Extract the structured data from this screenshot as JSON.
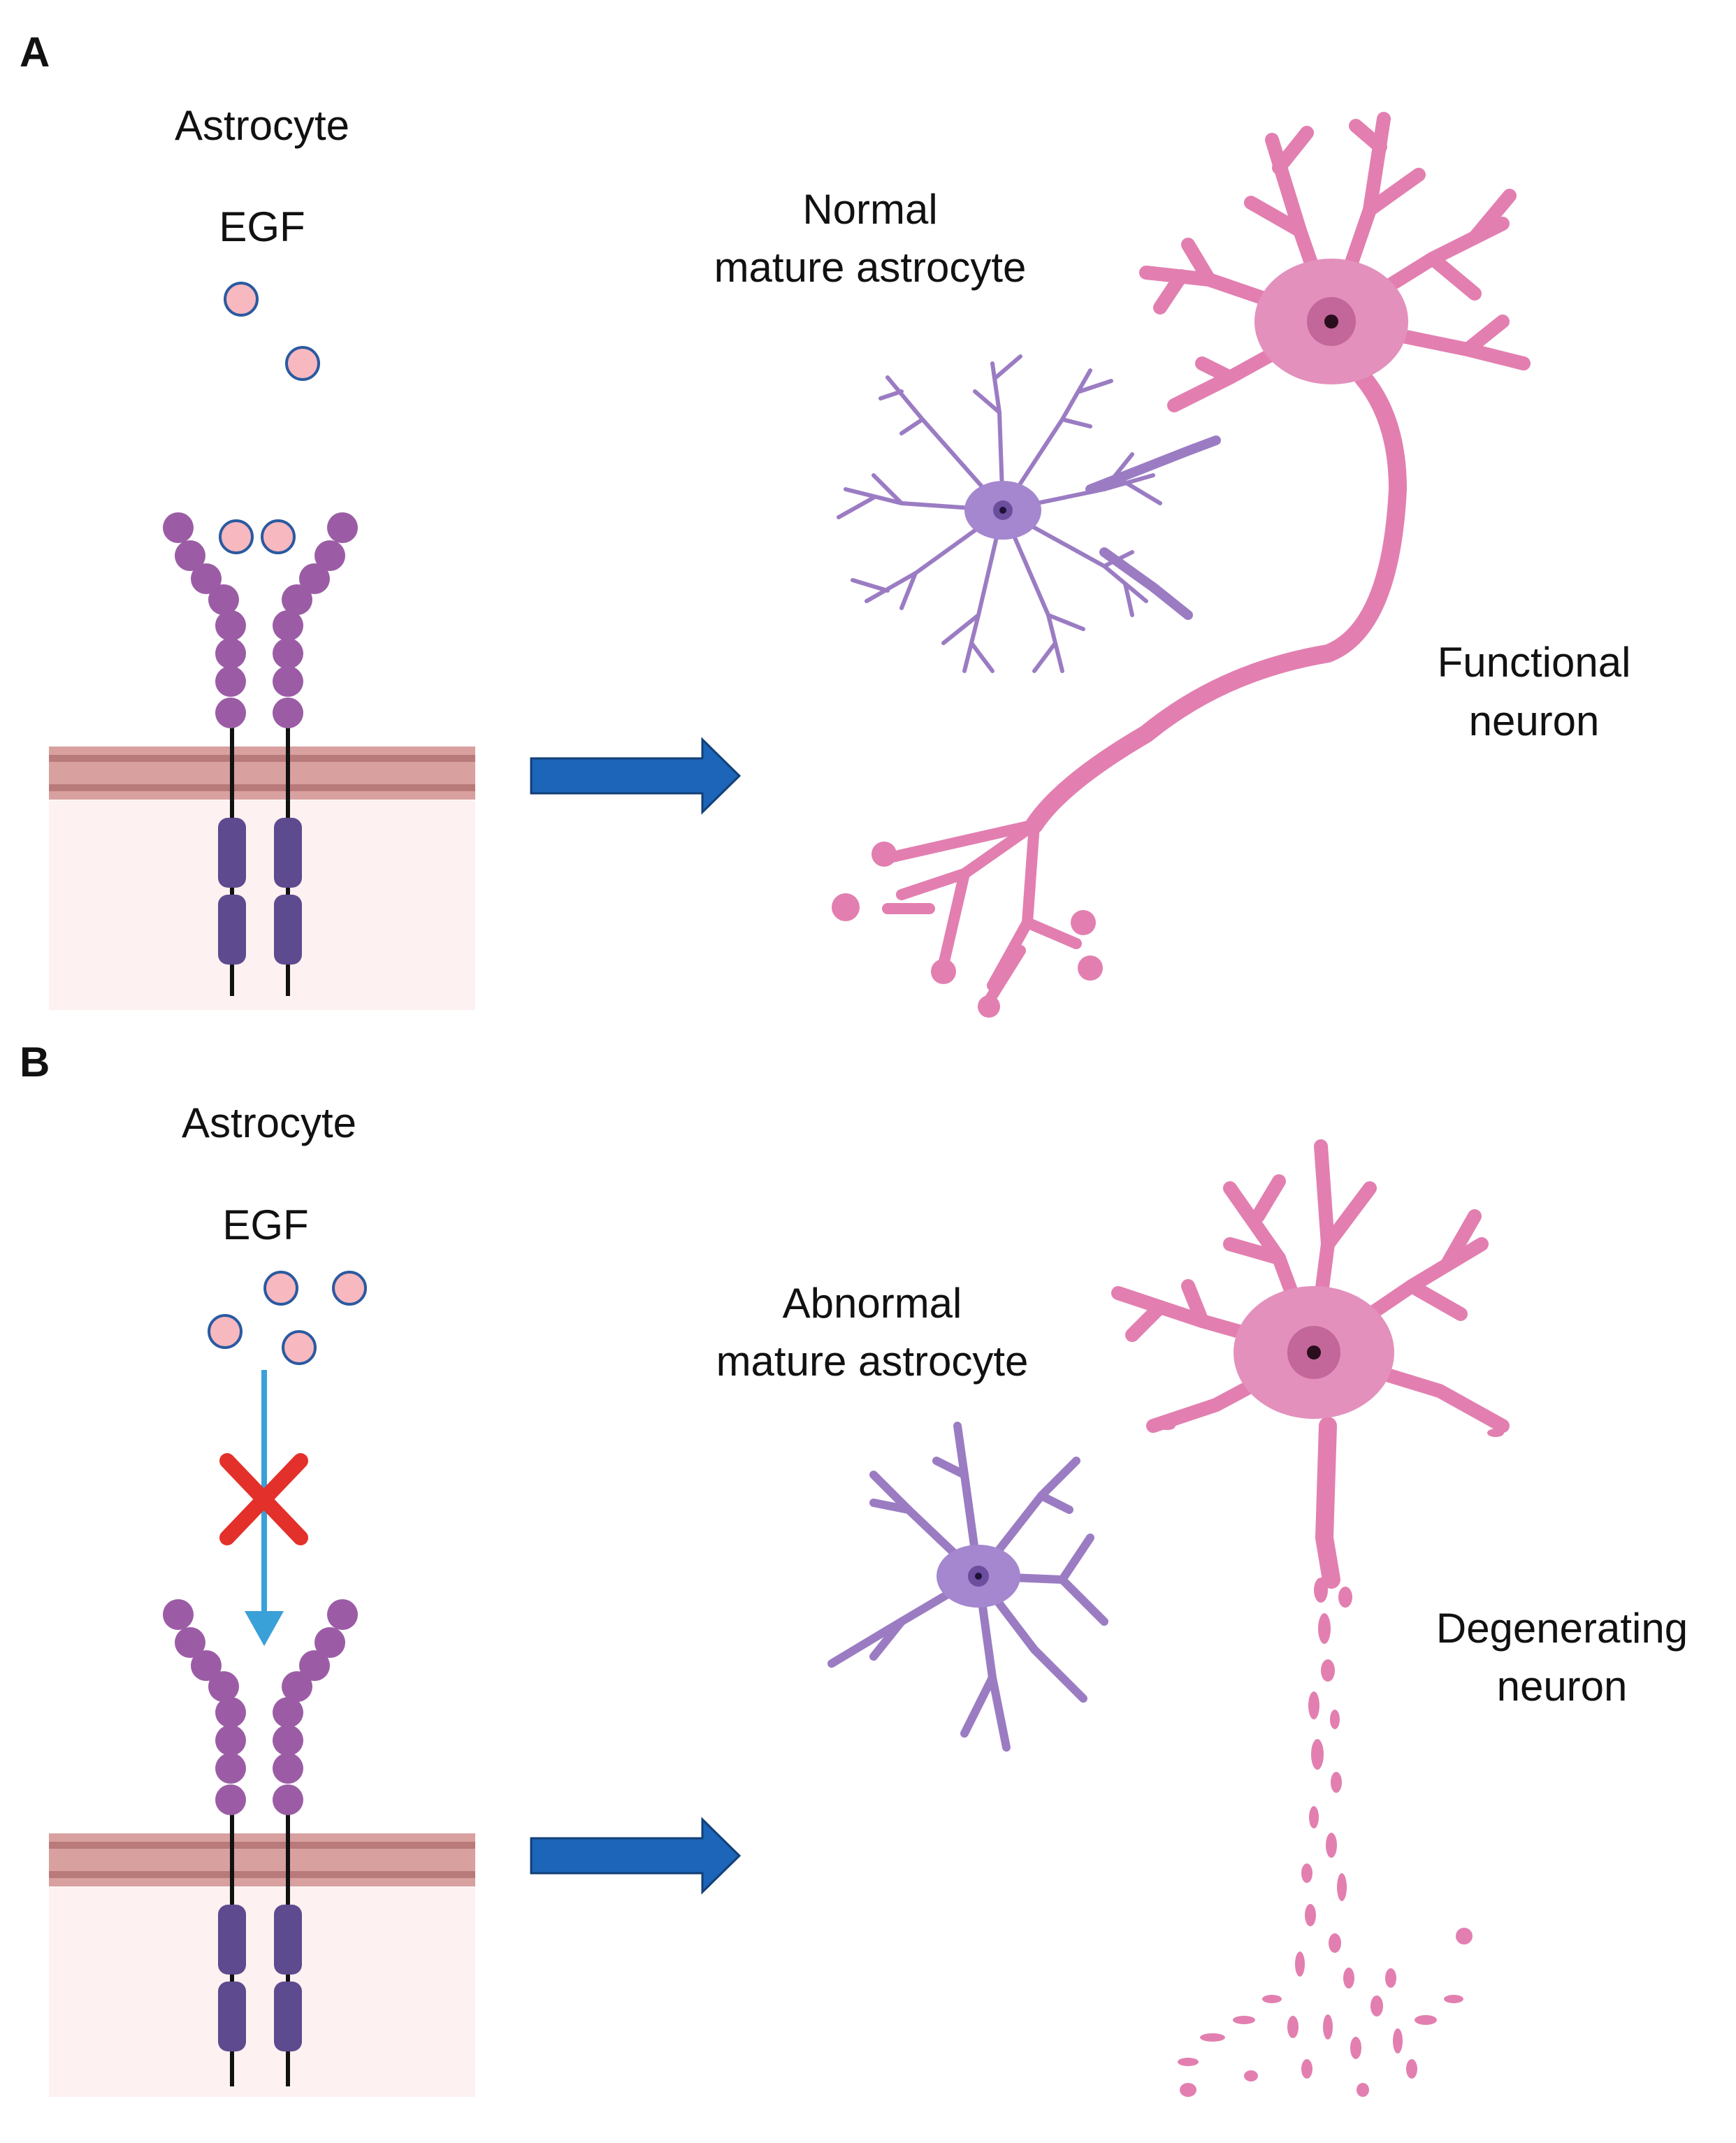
{
  "panels": {
    "A": {
      "letter": "A",
      "cell_label": "Astrocyte",
      "ligand_label": "EGF",
      "astrocyte_label_line1": "Normal",
      "astrocyte_label_line2": "mature astrocyte",
      "neuron_label_line1": "Functional",
      "neuron_label_line2": "neuron"
    },
    "B": {
      "letter": "B",
      "cell_label": "Astrocyte",
      "ligand_label": "EGF",
      "astrocyte_label_line1": "Abnormal",
      "astrocyte_label_line2": "mature astrocyte",
      "neuron_label_line1": "Degenerating",
      "neuron_label_line2": "neuron"
    }
  },
  "colors": {
    "membrane": "#d9a0a0",
    "membrane_dark": "#b97a7a",
    "cytoplasm": "#fdf1f1",
    "receptor_bead": "#9b5ca5",
    "receptor_kinase": "#5e4a8e",
    "egf": "#f7b8bf",
    "egf_outline": "#2a5aa0",
    "signal_arrow": "#1c65b8",
    "blocked_arrow": "#3aa0d8",
    "block_x": "#e3302a",
    "neuron": "#e27fb0",
    "neuron_body": "#e390bd",
    "astrocyte": "#9b7cc3",
    "astrocyte_body": "#a487cf"
  },
  "icons": [
    "egf-ligand-icon",
    "egfr-receptor-icon",
    "signal-arrow-icon",
    "blocked-x-icon",
    "astrocyte-icon",
    "neuron-icon"
  ]
}
